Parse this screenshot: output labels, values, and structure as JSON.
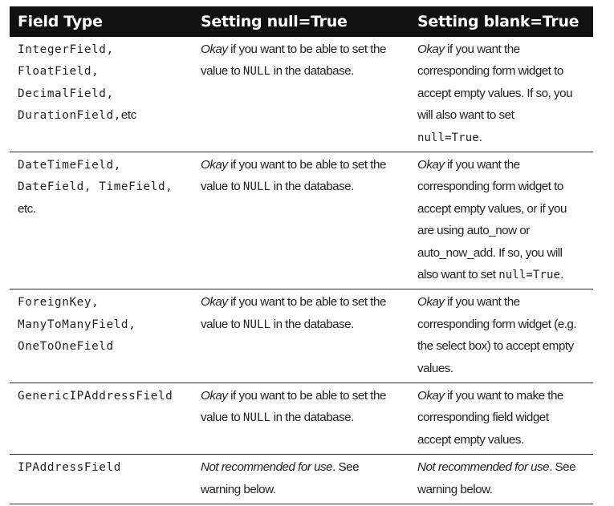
{
  "headers": {
    "field_type": "Field Type",
    "null": "Setting null=True",
    "blank": "Setting blank=True"
  },
  "rows": [
    {
      "field_lines": [
        [
          "IntegerField,",
          ""
        ],
        [
          "FloatField,",
          ""
        ],
        [
          "DecimalField,",
          ""
        ],
        [
          "DurationField,",
          "etc"
        ]
      ],
      "null_lines": [
        [
          "Okay",
          " if you want to be able to set the",
          "",
          ""
        ],
        [
          "",
          "value to ",
          "NULL",
          " in the database."
        ]
      ],
      "blank_lines": [
        [
          "Okay",
          " if you want the",
          "",
          ""
        ],
        [
          "",
          "corresponding form widget to",
          "",
          ""
        ],
        [
          "",
          "accept empty values. If so, you",
          "",
          ""
        ],
        [
          "",
          "will also want to set",
          "",
          ""
        ],
        [
          "",
          "",
          "null=True",
          "."
        ]
      ]
    },
    {
      "field_lines": [
        [
          "DateTimeField,",
          ""
        ],
        [
          "DateField, TimeField,",
          ""
        ],
        [
          "",
          "etc."
        ]
      ],
      "null_lines": [
        [
          "Okay",
          " if you want to be able to set the",
          "",
          ""
        ],
        [
          "",
          "value to ",
          "NULL",
          " in the database."
        ]
      ],
      "blank_lines": [
        [
          "Okay",
          " if you want the",
          "",
          ""
        ],
        [
          "",
          "corresponding form widget to",
          "",
          ""
        ],
        [
          "",
          "accept empty values, or if you",
          "",
          ""
        ],
        [
          "",
          "are using auto_now or",
          "",
          ""
        ],
        [
          "",
          "auto_now_add. If so, you will",
          "",
          ""
        ],
        [
          "",
          "also want to set ",
          "null=True",
          "."
        ]
      ]
    },
    {
      "field_lines": [
        [
          "ForeignKey,",
          ""
        ],
        [
          "ManyToManyField,",
          ""
        ],
        [
          "OneToOneField",
          ""
        ]
      ],
      "null_lines": [
        [
          "Okay",
          " if you want to be able to set the",
          "",
          ""
        ],
        [
          "",
          "value to ",
          "NULL",
          " in the database."
        ]
      ],
      "blank_lines": [
        [
          "Okay",
          " if you want the",
          "",
          ""
        ],
        [
          "",
          "corresponding form widget (e.g.",
          "",
          ""
        ],
        [
          "",
          "the select box) to accept empty",
          "",
          ""
        ],
        [
          "",
          "values.",
          "",
          ""
        ]
      ]
    },
    {
      "field_lines": [
        [
          "GenericIPAddressField",
          ""
        ]
      ],
      "null_lines": [
        [
          "Okay",
          " if you want to be able to set the",
          "",
          ""
        ],
        [
          "",
          "value to ",
          "NULL",
          " in the database."
        ]
      ],
      "blank_lines": [
        [
          "Okay",
          " if you want to make the",
          "",
          ""
        ],
        [
          "",
          "corresponding field widget",
          "",
          ""
        ],
        [
          "",
          "accept empty values.",
          "",
          ""
        ]
      ]
    },
    {
      "field_lines": [
        [
          "IPAddressField",
          ""
        ]
      ],
      "null_lines": [
        [
          "Not recommended for use",
          ". See",
          "",
          ""
        ],
        [
          "",
          "warning below.",
          "",
          ""
        ]
      ],
      "blank_lines": [
        [
          "Not recommended for use",
          ". See",
          "",
          ""
        ],
        [
          "",
          "warning below.",
          "",
          ""
        ]
      ]
    }
  ]
}
